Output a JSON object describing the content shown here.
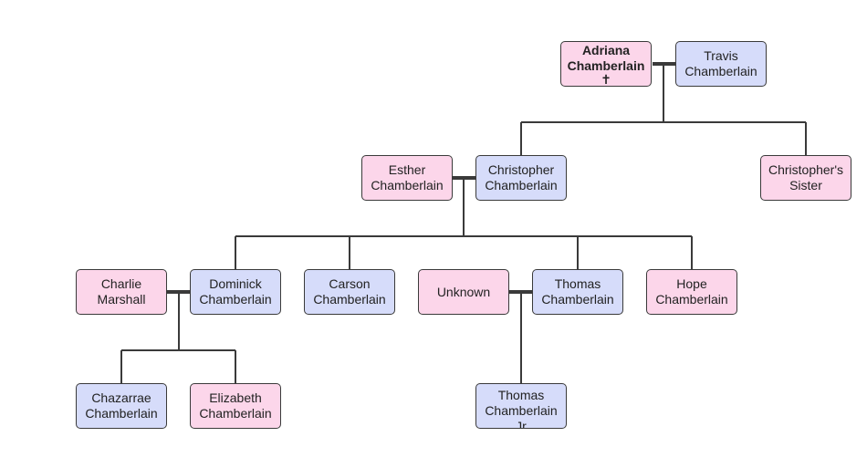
{
  "people": {
    "adriana": {
      "name": "Adriana Chamberlain",
      "mark": "✝",
      "gender": "female"
    },
    "travis": {
      "name": "Travis Chamberlain",
      "gender": "male"
    },
    "esther": {
      "name": "Esther Chamberlain",
      "gender": "female"
    },
    "christopher": {
      "name": "Christopher Chamberlain",
      "gender": "male"
    },
    "christophers_sister": {
      "name": "Christopher's Sister",
      "gender": "female"
    },
    "charlie": {
      "name": "Charlie Marshall",
      "gender": "female"
    },
    "dominick": {
      "name": "Dominick Chamberlain",
      "gender": "male"
    },
    "carson": {
      "name": "Carson Chamberlain",
      "gender": "male"
    },
    "unknown": {
      "name": "Unknown",
      "gender": "female"
    },
    "thomas": {
      "name": "Thomas Chamberlain",
      "gender": "male"
    },
    "hope": {
      "name": "Hope Chamberlain",
      "gender": "female"
    },
    "chazarrae": {
      "name": "Chazarrae Chamberlain",
      "gender": "male"
    },
    "elizabeth": {
      "name": "Elizabeth Chamberlain",
      "gender": "female"
    },
    "thomas_jr": {
      "name": "Thomas Chamberlain Jr",
      "gender": "male"
    }
  },
  "colors": {
    "female": "#fcd6ea",
    "male": "#d6dcfa",
    "line": "#3a3a3a"
  }
}
